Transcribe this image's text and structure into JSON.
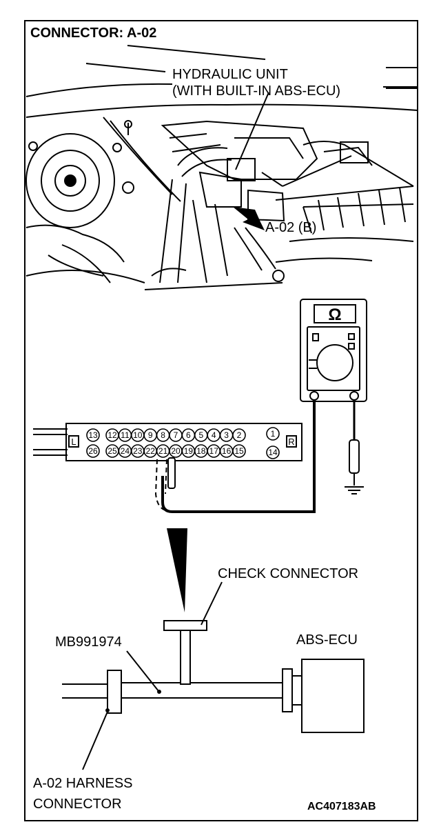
{
  "title": "CONNECTOR: A-02",
  "hydraulic_unit": {
    "line1": "HYDRAULIC UNIT",
    "line2": "(WITH BUILT-IN ABS-ECU)"
  },
  "connector_b_label": "A-02 (B)",
  "meter": {
    "symbol": "Ω"
  },
  "check_connector_pins": {
    "left_label": "L",
    "right_label": "R",
    "top_row": [
      "13",
      "12",
      "11",
      "10",
      "9",
      "8",
      "7",
      "6",
      "5",
      "4",
      "3",
      "2",
      "1"
    ],
    "bottom_row": [
      "26",
      "25",
      "24",
      "23",
      "22",
      "21",
      "20",
      "19",
      "18",
      "17",
      "16",
      "15",
      "14"
    ]
  },
  "labels": {
    "check_connector": "CHECK CONNECTOR",
    "tool": "MB991974",
    "abs_ecu": "ABS-ECU",
    "harness_line1": "A-02 HARNESS",
    "harness_line2": "CONNECTOR",
    "figure_code": "AC407183AB"
  },
  "colors": {
    "ink": "#000000",
    "background": "#ffffff"
  }
}
